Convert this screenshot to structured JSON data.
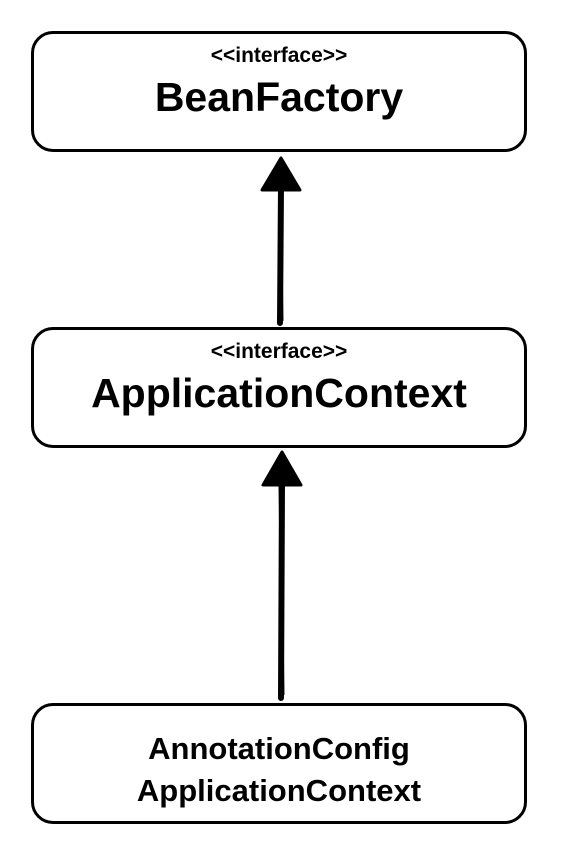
{
  "nodes": {
    "bean_factory": {
      "stereotype": "<<interface>>",
      "name": "BeanFactory"
    },
    "application_context": {
      "stereotype": "<<interface>>",
      "name": "ApplicationContext"
    },
    "annotation_config": {
      "name_line1": "AnnotationConfig",
      "name_line2": "ApplicationContext"
    }
  },
  "colors": {
    "stroke": "#000000",
    "background": "#ffffff"
  }
}
